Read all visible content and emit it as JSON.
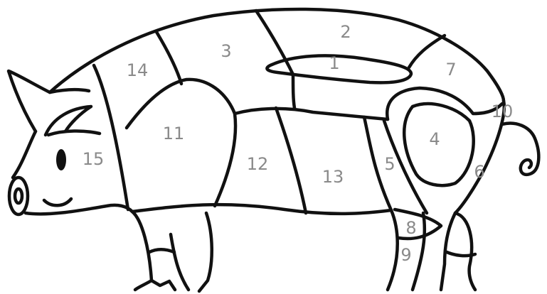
{
  "diagram": {
    "line_color": "#111111",
    "label_color": "#8a8a8a",
    "background": "#ffffff",
    "cuts": [
      {
        "id": "cut-1",
        "label": "1"
      },
      {
        "id": "cut-2",
        "label": "2"
      },
      {
        "id": "cut-3",
        "label": "3"
      },
      {
        "id": "cut-4",
        "label": "4"
      },
      {
        "id": "cut-5",
        "label": "5"
      },
      {
        "id": "cut-6",
        "label": "6"
      },
      {
        "id": "cut-7",
        "label": "7"
      },
      {
        "id": "cut-8",
        "label": "8"
      },
      {
        "id": "cut-9",
        "label": "9"
      },
      {
        "id": "cut-10",
        "label": "10"
      },
      {
        "id": "cut-11",
        "label": "11"
      },
      {
        "id": "cut-12",
        "label": "12"
      },
      {
        "id": "cut-13",
        "label": "13"
      },
      {
        "id": "cut-14",
        "label": "14"
      },
      {
        "id": "cut-15",
        "label": "15"
      }
    ]
  }
}
